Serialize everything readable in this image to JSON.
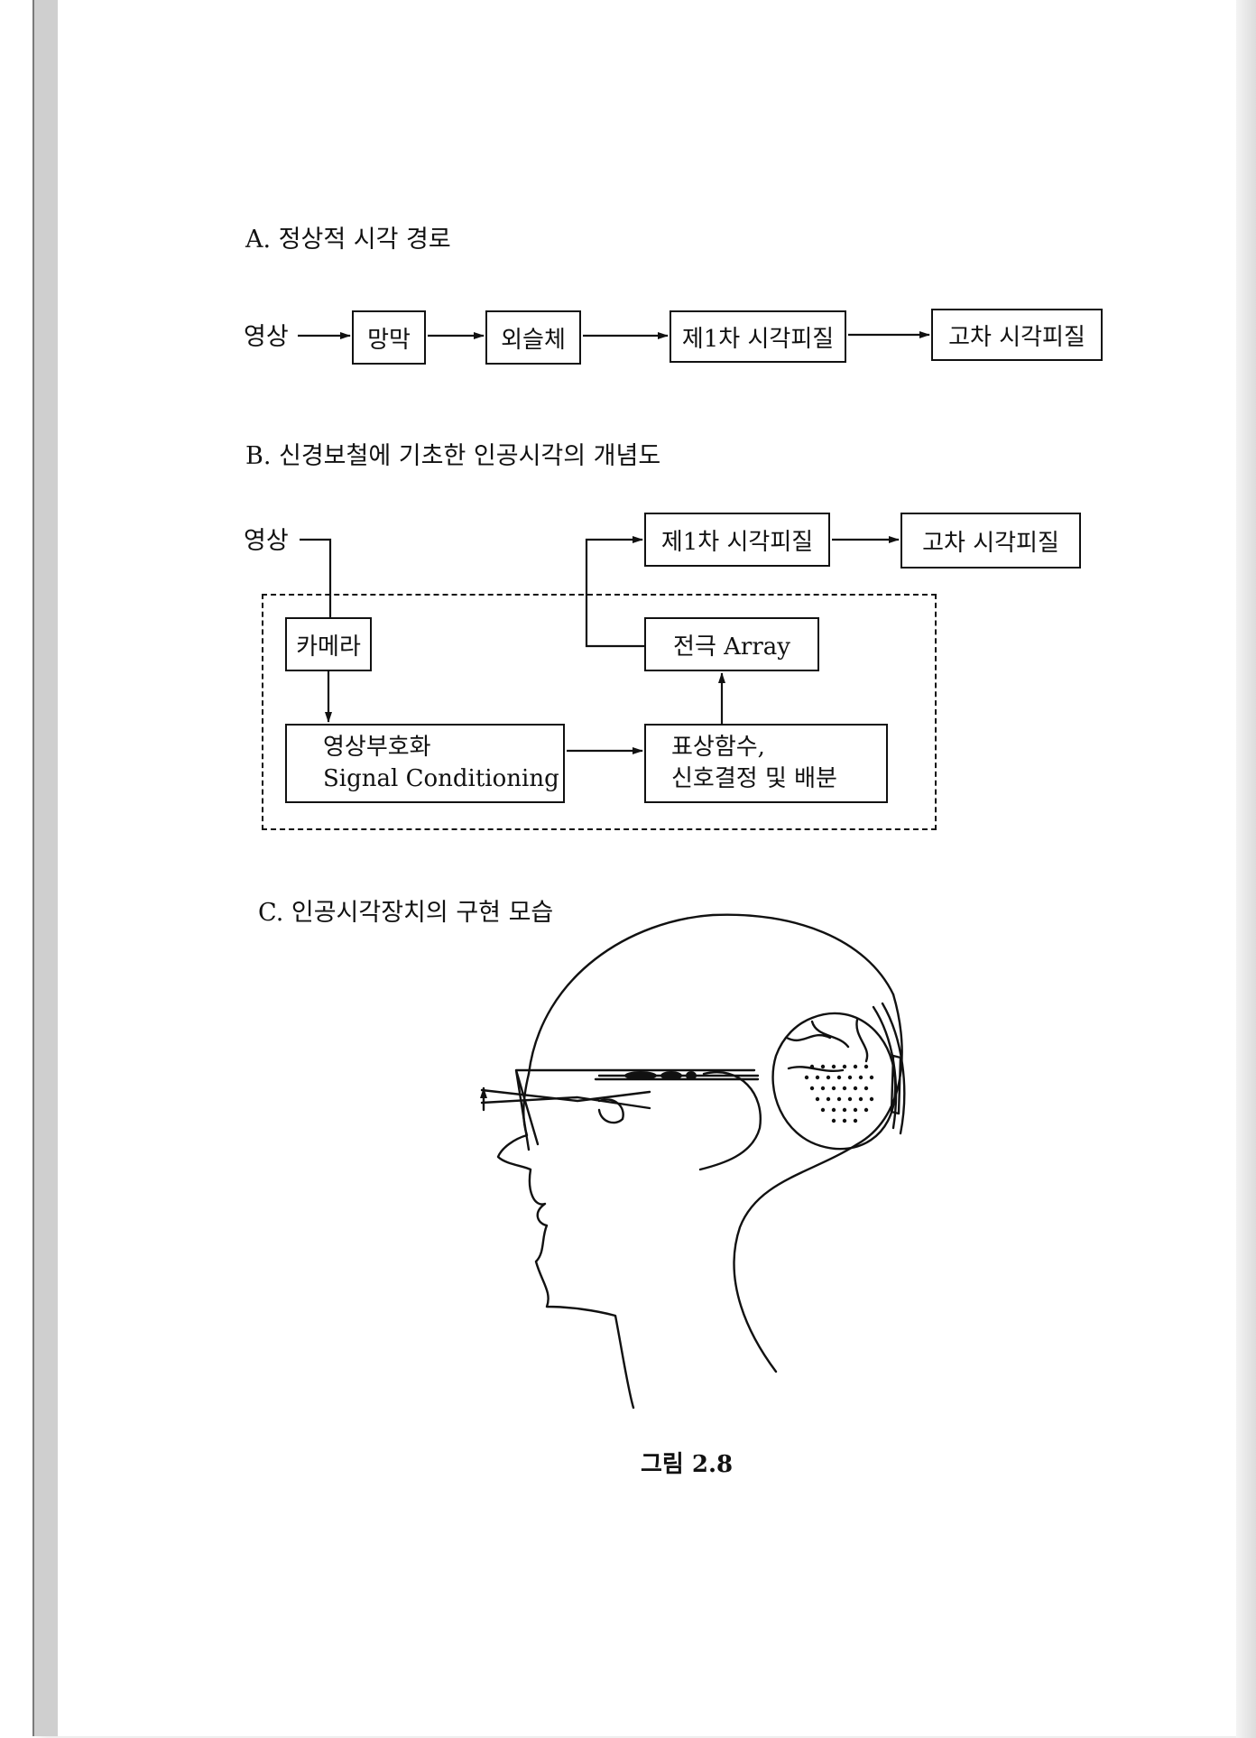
{
  "sectionA": {
    "title": "A. 정상적 시각 경로",
    "input": "영상",
    "steps": [
      "망막",
      "외슬체",
      "제1차 시각피질",
      "고차 시각피질"
    ]
  },
  "sectionB": {
    "title": "B. 신경보철에 기초한 인공시각의 개념도",
    "input": "영상",
    "camera": "카메라",
    "encoding": [
      "영상부호화",
      "Signal Conditioning"
    ],
    "mapping": [
      "표상함수,",
      "신호결정 및 배분"
    ],
    "electrode": "전극 Array",
    "v1": "제1차 시각피질",
    "higher": "고차 시각피질"
  },
  "sectionC": {
    "title": "C. 인공시각장치의 구현 모습"
  },
  "figure_caption": "그림 2.8"
}
